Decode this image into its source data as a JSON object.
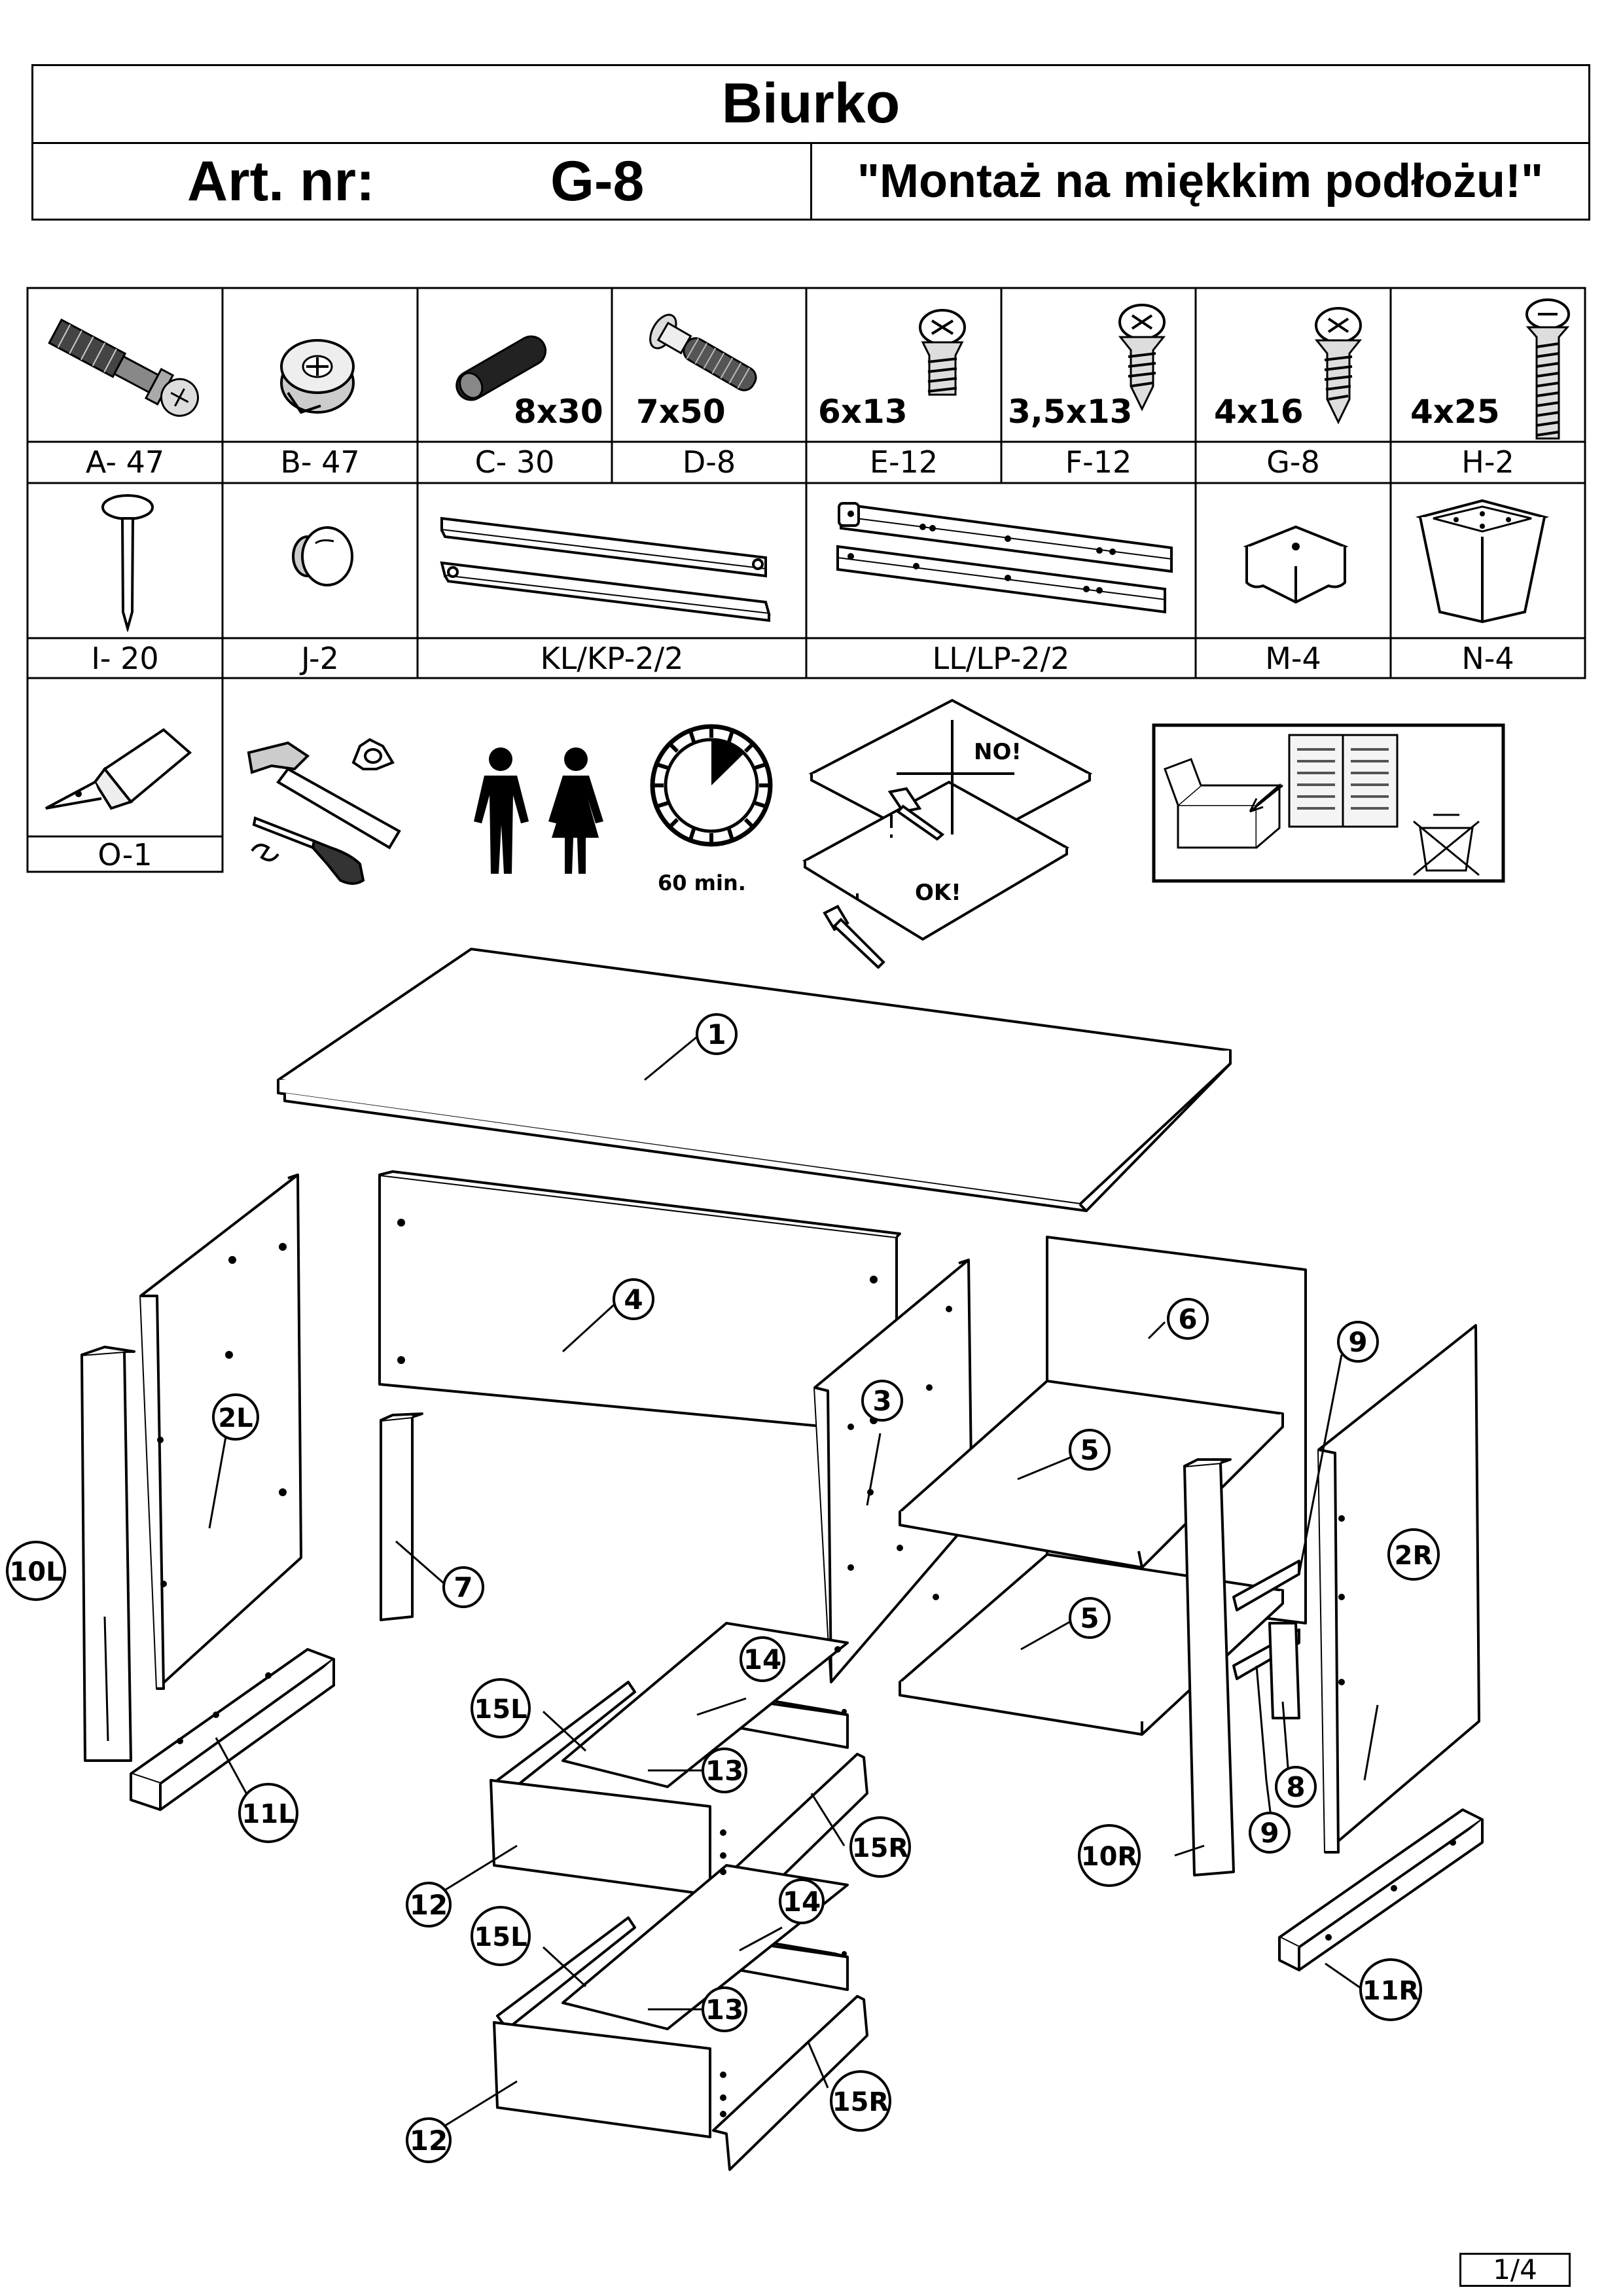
{
  "header": {
    "title": "Biurko",
    "art_label": "Art. nr:",
    "art_number": "G-8",
    "note": "\"Montaż na miękkim podłożu!\""
  },
  "hardware": {
    "row1": [
      {
        "label": "A- 47",
        "size": "",
        "icon": "cam-dowel-icon"
      },
      {
        "label": "B- 47",
        "size": "",
        "icon": "cam-lock-icon"
      },
      {
        "label": "C- 30",
        "size": "8x30",
        "icon": "wood-dowel-icon"
      },
      {
        "label": "D-8",
        "size": "7x50",
        "icon": "confirmat-screw-icon"
      },
      {
        "label": "E-12",
        "size": "6x13",
        "icon": "euro-screw-icon"
      },
      {
        "label": "F-12",
        "size": "3,5x13",
        "icon": "wood-screw-icon"
      },
      {
        "label": "G-8",
        "size": "4x16",
        "icon": "wood-screw-icon"
      },
      {
        "label": "H-2",
        "size": "4x25",
        "icon": "machine-screw-icon"
      }
    ],
    "row2": [
      {
        "label": "I- 20",
        "icon": "nail-icon"
      },
      {
        "label": "J-2",
        "icon": "knob-icon"
      },
      {
        "label": "KL/KP-2/2",
        "icon": "drawer-runner-icon"
      },
      {
        "label": "LL/LP-2/2",
        "icon": "cabinet-runner-icon"
      },
      {
        "label": "M-4",
        "icon": "foot-pad-icon"
      },
      {
        "label": "N-4",
        "icon": "foot-cup-icon"
      }
    ],
    "row3": [
      {
        "label": "O-1",
        "icon": "glue-tube-icon"
      }
    ]
  },
  "info": {
    "time": "60 min.",
    "no": "NO!",
    "ok": "OK!"
  },
  "parts": {
    "p1": "1",
    "p2l": "2L",
    "p2r": "2R",
    "p3": "3",
    "p4": "4",
    "p5": "5",
    "p6": "6",
    "p7": "7",
    "p8": "8",
    "p9": "9",
    "p10l": "10L",
    "p10r": "10R",
    "p11l": "11L",
    "p11r": "11R",
    "p12": "12",
    "p13": "13",
    "p14": "14",
    "p15l": "15L",
    "p15r": "15R"
  },
  "page_number": "1/4"
}
